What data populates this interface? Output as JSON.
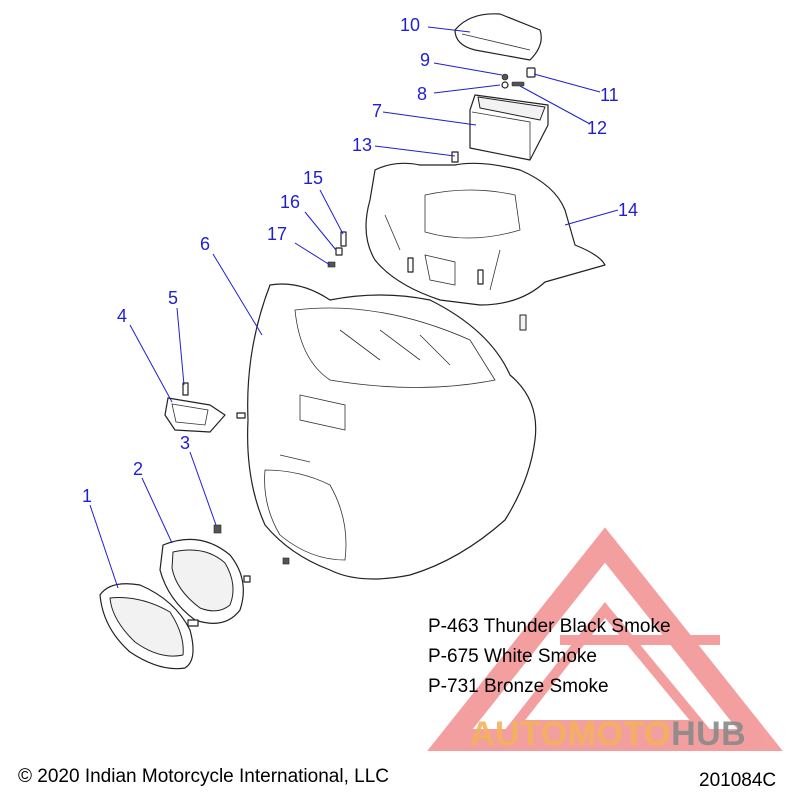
{
  "diagram": {
    "callouts": [
      "1",
      "2",
      "3",
      "4",
      "5",
      "6",
      "7",
      "8",
      "9",
      "10",
      "11",
      "12",
      "13",
      "14",
      "15",
      "16",
      "17"
    ]
  },
  "color_options": [
    "P-463 Thunder Black Smoke",
    "P-675 White Smoke",
    "P-731 Bronze Smoke"
  ],
  "footer": {
    "copyright": "© 2020 Indian Motorcycle International, LLC",
    "drawing_number": "201084C"
  },
  "watermark": {
    "text_part1": "AUTOMOTO",
    "text_part2": "HUB",
    "color_part1": "#f3b25a",
    "color_part2": "#8a8a8a",
    "triangle_color": "#f08080"
  },
  "colors": {
    "callout": "#1f1fd1"
  }
}
